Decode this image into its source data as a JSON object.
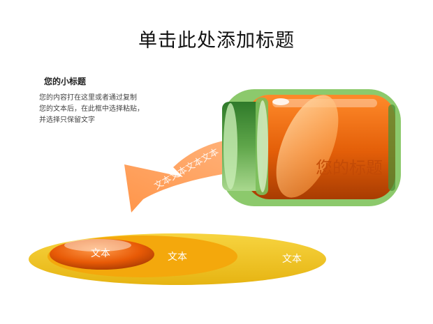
{
  "title": "单击此处添加标题",
  "subtitle": "您的小标题",
  "body_lines": [
    "您的内容打在这里或者通过复制",
    "您的文本后，在此框中选择粘贴，",
    "并选择只保留文字"
  ],
  "bottle_label": "您的标题",
  "arrow_label": "文本文本文本文本",
  "ellipse_labels": {
    "small": "文本",
    "middle": "文本",
    "large": "文本"
  },
  "colors": {
    "orange": "#e8650a",
    "light_orange": "#ff9a52",
    "green": "#6fb84a",
    "yellow": "#f0c020",
    "deep_yellow": "#f4a80c"
  }
}
